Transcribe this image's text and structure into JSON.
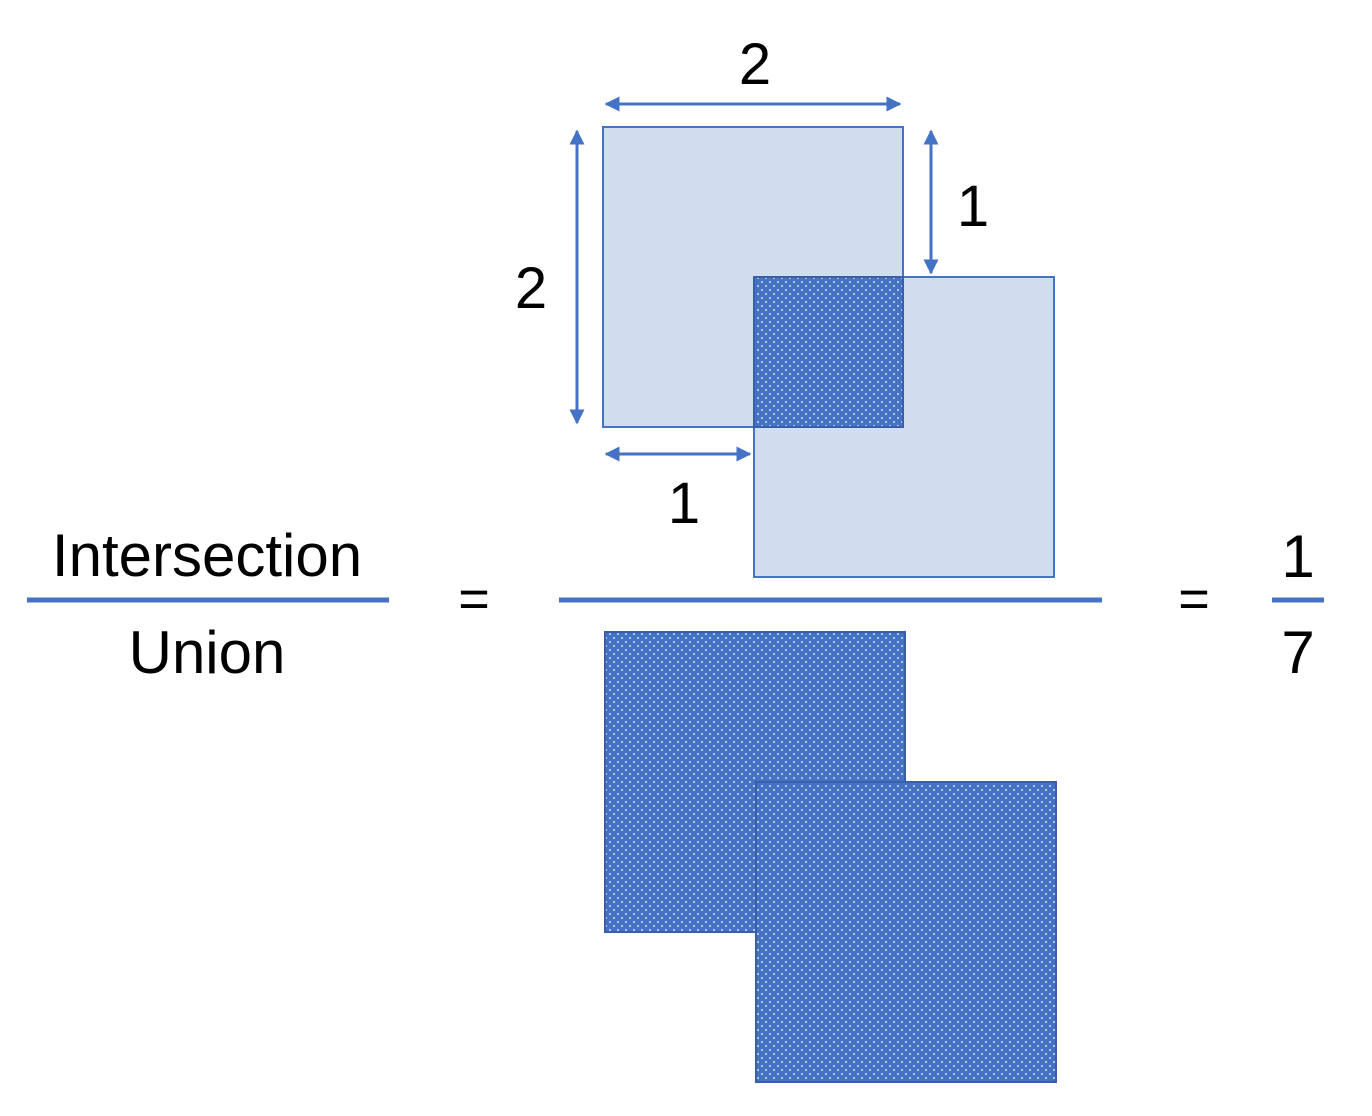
{
  "colors": {
    "accent": "#4472C4",
    "light_fill": "#D0DDEF",
    "background": "#FFFFFF",
    "text": "#000000"
  },
  "fraction_left": {
    "numerator": "Intersection",
    "denominator": "Union"
  },
  "equals_sign": "=",
  "result": {
    "numerator": "1",
    "denominator": "7"
  },
  "dimensions": {
    "top_width": "2",
    "left_height": "2",
    "right_offset": "1",
    "bottom_offset": "1"
  }
}
